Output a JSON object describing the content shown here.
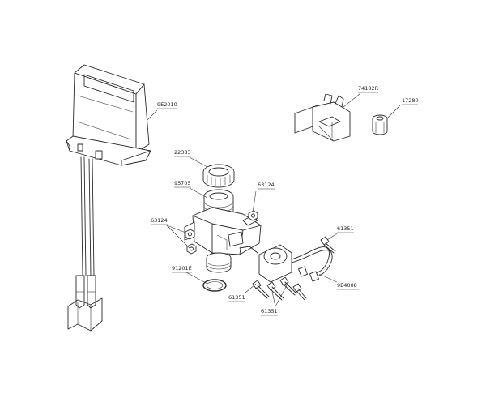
{
  "diagram": {
    "parts": {
      "p9E2010": "9E2010",
      "p74182R": "74182R",
      "p17280": "17280",
      "p22383": "22383",
      "p95705": "95705",
      "p63124a": "63124",
      "p63124b": "63124",
      "p91201E": "91201E",
      "p61351a": "61351",
      "p61351b": "61351",
      "p61351c": "61351",
      "p9E4008": "9E4008"
    }
  }
}
